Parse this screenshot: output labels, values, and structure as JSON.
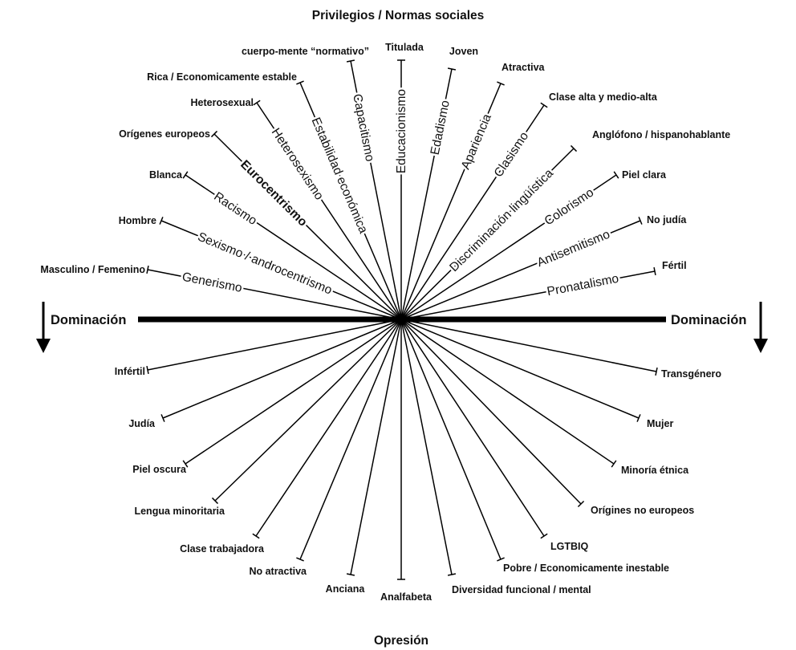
{
  "title": "Privilegios / Normas sociales",
  "bottom_title": "Opresión",
  "domination_left": "Dominación",
  "domination_right": "Dominación",
  "privileges": [
    {
      "axis": "Generismo",
      "label": "Masculino / Femenino"
    },
    {
      "axis": "Sexismo / androcentrismo",
      "label": "Hombre"
    },
    {
      "axis": "Racismo",
      "label": "Blanca"
    },
    {
      "axis": "Eurocentrismo",
      "label": "Orígenes europeos"
    },
    {
      "axis": "Heterosexismo",
      "label": "Heterosexual"
    },
    {
      "axis": "Estabilidad económica",
      "label": "Rica / Economicamente estable"
    },
    {
      "axis": "Capacitismo",
      "label": "cuerpo-mente “normativo”"
    },
    {
      "axis": "Educacionismo",
      "label": "Titulada"
    },
    {
      "axis": "Edadismo",
      "label": "Joven"
    },
    {
      "axis": "Apariencia",
      "label": "Atractiva"
    },
    {
      "axis": "Clasismo",
      "label": "Clase alta y medio-alta"
    },
    {
      "axis": "Discriminación lingüística",
      "label": "Anglófono / hispanohablante"
    },
    {
      "axis": "Colorismo",
      "label": "Piel clara"
    },
    {
      "axis": "Antisemitismo",
      "label": "No judía"
    },
    {
      "axis": "Pronatalismo",
      "label": "Fértil"
    }
  ],
  "oppressions": [
    "Infértil",
    "Judía",
    "Piel oscura",
    "Lengua minoritaria",
    "Clase trabajadora",
    "No atractiva",
    "Anciana",
    "Analfabeta",
    "Diversidad funcional / mental",
    "Pobre / Economicamente inestable",
    "LGTBIQ",
    "Orígines no europeos",
    "Minoría étnica",
    "Mujer",
    "Transgénero"
  ]
}
